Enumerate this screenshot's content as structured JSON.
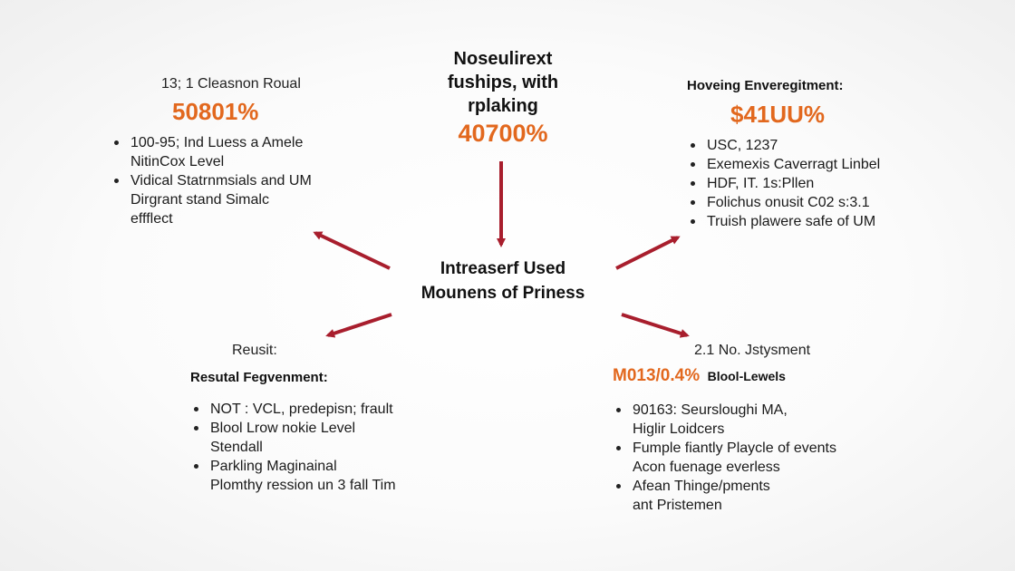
{
  "center": {
    "line1": "Intreaserf Used",
    "line2": "Mounens of Priness"
  },
  "top": {
    "line1": "Noseulirext",
    "line2": "fuships, with",
    "line3": "rplaking",
    "stat": "40700%"
  },
  "left_top": {
    "label": "13; 1 Cleasnon Roual",
    "stat": "50801%",
    "items": [
      {
        "l1": "100-95; Ind Luess a Amele",
        "l2": "NitinCox Level"
      },
      {
        "l1": "Vidical Statrnmsials and UM",
        "l2": "Dirgrant stand Simalc"
      }
    ],
    "tail": "effflect"
  },
  "right_top": {
    "label": "Hoveing Enveregitment:",
    "stat": "$41UU%",
    "items": [
      "USC, 1237",
      "Exemexis Caverragt Linbel",
      "HDF, IT. 1s:Pllen",
      "Folichus onusit C02 s:3.1",
      "Truish plawere safe of UM"
    ]
  },
  "left_bottom": {
    "label": "Reusit:",
    "heading": "Resutal Fegvenment:",
    "items": [
      {
        "l1": "NOT : VCL, predepisn; frault",
        "l2": ""
      },
      {
        "l1": "Blool Lrow nokie Level",
        "l2": "Stendall"
      },
      {
        "l1": "Parkling Maginainal",
        "l2": "Plomthy ression un 3 fall Tim"
      }
    ]
  },
  "right_bottom": {
    "label": "2.1 No. Jstysment",
    "stat": "M013/0.4%",
    "stat_suffix": "Blool-Lewels",
    "items": [
      {
        "l1": "90163: Seursloughi MA,",
        "l2": "Higlir Loidcers"
      },
      {
        "l1": "Fumple fiantly Playcle of events",
        "l2": "Acon fuenage everless"
      },
      {
        "l1": "Afean Thinge/pments",
        "l2": "ant Pristemen"
      }
    ]
  },
  "colors": {
    "arrow": "#a81e2d",
    "stat": "#e2681e"
  }
}
